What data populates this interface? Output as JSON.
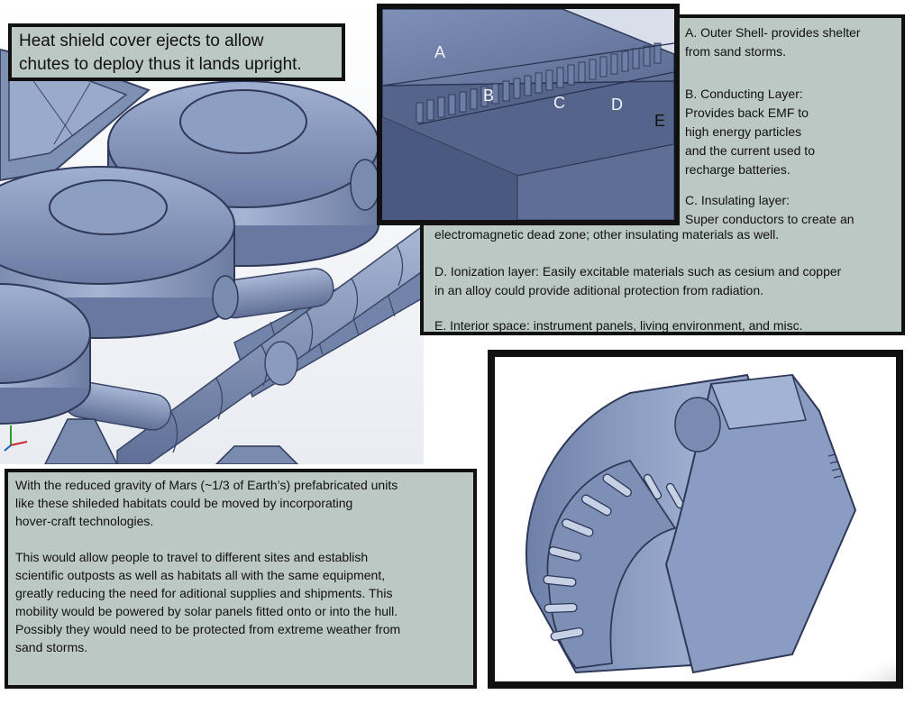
{
  "heat_shield_caption": "Heat shield cover ejects to allow\nchutes to deploy thus it lands upright.",
  "detail_labels": {
    "a": "A",
    "b": "B",
    "c": "C",
    "d": "D",
    "e": "E"
  },
  "layers": {
    "a": "A. Outer Shell- provides shelter\nfrom sand storms.",
    "b": "B. Conducting Layer:\nProvides back EMF to\nhigh energy particles\nand the current used to\nrecharge batteries.",
    "c_head": "C. Insulating layer:\nSuper conductors to create an",
    "c_tail": "electromagnetic dead zone; other insulating materials as well.",
    "d": "D. Ionization layer: Easily excitable materials such as cesium and copper\nin an alloy could provide aditional protection from radiation.",
    "e": "E. Interior space: instrument panels, living environment, and misc."
  },
  "mobility_text": {
    "p1": "With the reduced gravity of Mars (~1/3 of Earth’s) prefabricated units\nlike these shileded habitats could be moved by incorporating\nhover-craft technologies.",
    "p2": "This would allow people to travel to different sites and establish\nscientific outposts as well as habitats all with the same equipment,\ngreatly reducing the need for aditional supplies and shipments. This\nmobility would be powered by solar panels fitted onto or into the hull.\nPossibly they would need to be protected from extreme weather from\nsand storms."
  },
  "icons": [
    "habitat-render",
    "wall-section-render",
    "cutaway-render",
    "axis-triad-icon"
  ],
  "colors": {
    "panel_bg": "#bcc8c3",
    "border": "#111111",
    "metal": "#8596b8",
    "metal_dark": "#4f5e82"
  }
}
